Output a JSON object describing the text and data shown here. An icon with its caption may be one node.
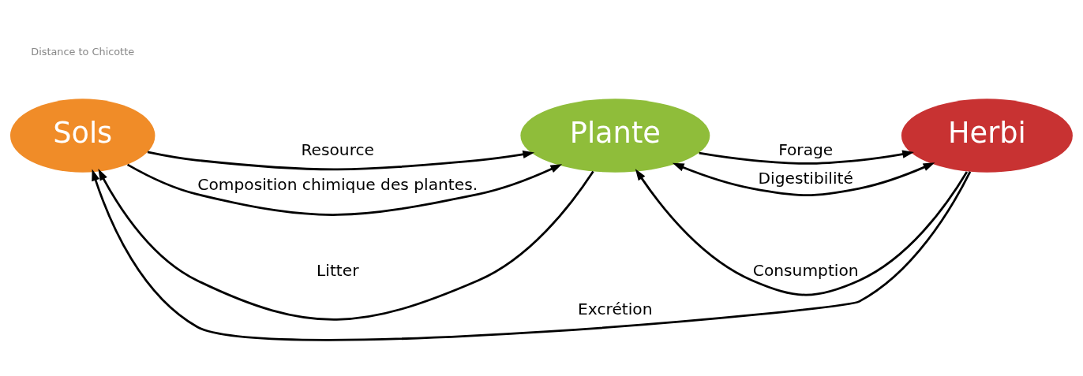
{
  "diagram": {
    "nodes": [
      {
        "text": [
          "Sols"
        ]
      },
      {
        "text": [
          "Plante"
        ]
      },
      {
        "text": [
          "Herbi"
        ]
      }
    ],
    "edges": [
      {
        "from": 2,
        "to": 0,
        "arrow": "to",
        "label": "Excrétion"
      },
      {
        "from": 0,
        "to": 1,
        "arrow": "to",
        "label": "Resource"
      },
      {
        "from": 1,
        "to": 0,
        "arrow": "to",
        "label": "Litter"
      },
      {
        "from": 1,
        "to": 2,
        "arrow": "to",
        "label": "Forage"
      },
      {
        "from": 2,
        "to": 1,
        "arrow": "to",
        "label": "Consumption"
      },
      {
        "from": 0,
        "to": 1,
        "arrow": "to",
        "label": "Composition chimique des plantes."
      },
      {
        "from": 1,
        "to": 2,
        "arrow": "both",
        "label": "Digestibilité"
      }
    ],
    "labels": [
      "Distance to Chicotte"
    ]
  }
}
